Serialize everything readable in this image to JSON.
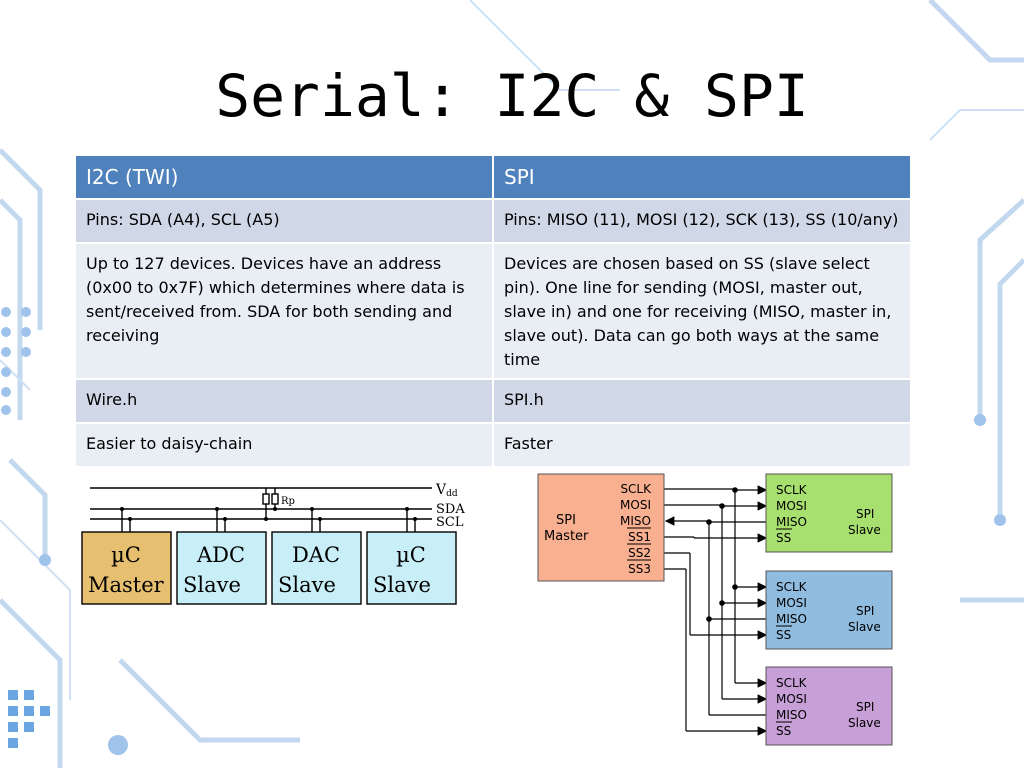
{
  "title": "Serial: I2C & SPI",
  "table": {
    "headers": [
      "I2C (TWI)",
      "SPI"
    ],
    "rows": [
      [
        "Pins: SDA (A4), SCL (A5)",
        "Pins: MISO (11), MOSI (12), SCK (13), SS (10/any)"
      ],
      [
        "Up to 127 devices. Devices have an address (0x00 to 0x7F) which determines where data is sent/received from. SDA for both sending and receiving",
        "Devices are chosen based on SS (slave select pin). One line for sending (MOSI, master out, slave in) and one for receiving (MISO, master in, slave out). Data can go both ways at the same time"
      ],
      [
        "Wire.h",
        "SPI.h"
      ],
      [
        "Easier to daisy-chain",
        "Faster"
      ]
    ]
  },
  "i2c_diagram": {
    "bus_labels": {
      "vdd": "V",
      "vdd_sub": "dd",
      "sda": "SDA",
      "scl": "SCL",
      "rp": "Rp"
    },
    "devices": [
      {
        "line1": "µC",
        "line2": "Master",
        "color": "#e6c070"
      },
      {
        "line1": "ADC",
        "line2": "Slave",
        "color": "#c8eef7"
      },
      {
        "line1": "DAC",
        "line2": "Slave",
        "color": "#c8eef7"
      },
      {
        "line1": "µC",
        "line2": "Slave",
        "color": "#c8eef7"
      }
    ]
  },
  "spi_diagram": {
    "master": {
      "label_line1": "SPI",
      "label_line2": "Master",
      "pins": [
        "SCLK",
        "MOSI",
        "MISO",
        "SS1",
        "SS2",
        "SS3"
      ],
      "color": "#f8b090"
    },
    "slaves": [
      {
        "pins": [
          "SCLK",
          "MOSI",
          "MISO",
          "SS"
        ],
        "label_line1": "SPI",
        "label_line2": "Slave",
        "color": "#a8e070"
      },
      {
        "pins": [
          "SCLK",
          "MOSI",
          "MISO",
          "SS"
        ],
        "label_line1": "SPI",
        "label_line2": "Slave",
        "color": "#90bce0"
      },
      {
        "pins": [
          "SCLK",
          "MOSI",
          "MISO",
          "SS"
        ],
        "label_line1": "SPI",
        "label_line2": "Slave",
        "color": "#c8a0d8"
      }
    ]
  }
}
